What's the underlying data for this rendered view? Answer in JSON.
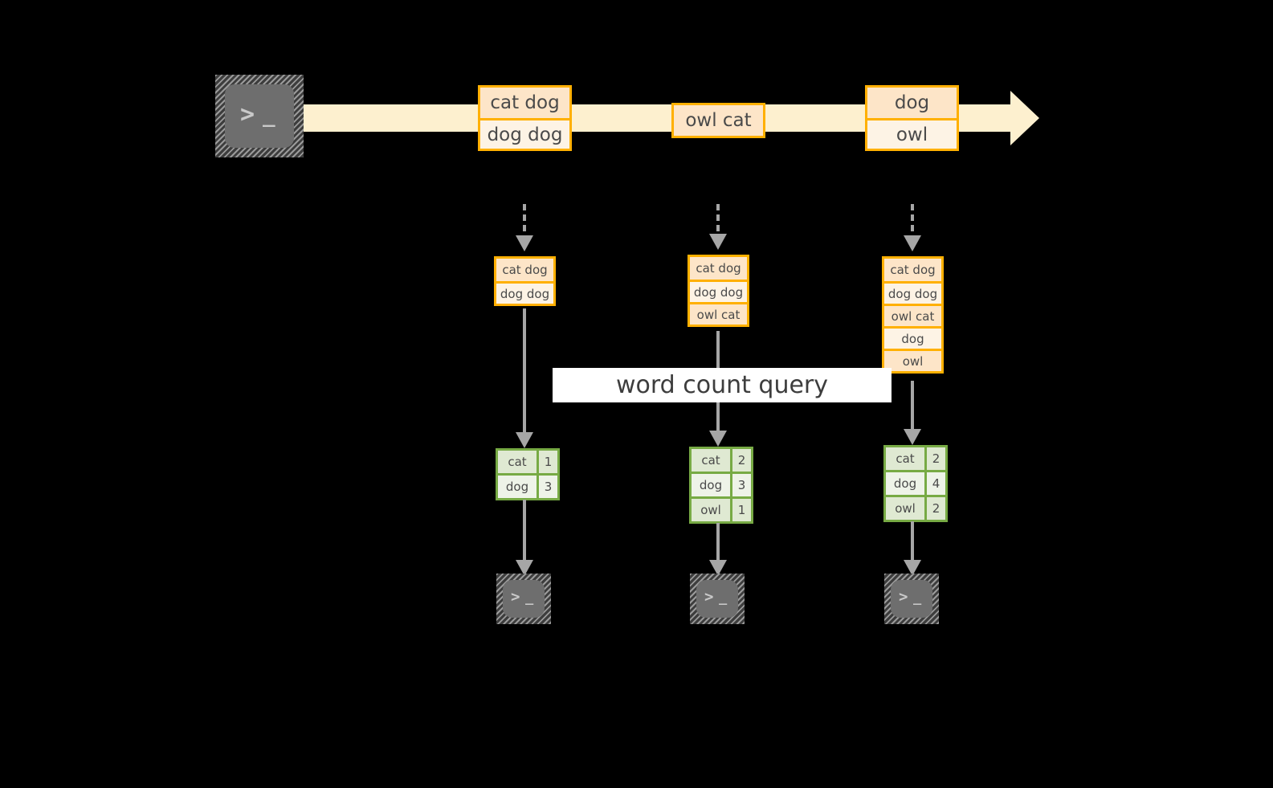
{
  "diagram": {
    "title_label": "word count query",
    "colors": {
      "background": "#000000",
      "stream": "#fdf0cf",
      "message_border": "#ffb000",
      "message_fill_dark": "#fde5c8",
      "message_fill_light": "#fdf3e5",
      "result_border": "#77aa44",
      "result_fill_dark": "#dfe9d2",
      "result_fill_light": "#eef3e8",
      "arrow": "#a6a6a6",
      "terminal": "#6e6e6e",
      "label_band": "#ffffff"
    },
    "producer": {
      "icon": "terminal-icon",
      "glyph_prompt": ">",
      "glyph_cursor": "_"
    },
    "stream": {
      "name": "event-stream",
      "messages": [
        {
          "id": "m1",
          "lines": [
            "cat dog",
            "dog dog"
          ]
        },
        {
          "id": "m2",
          "lines": [
            "owl cat"
          ]
        },
        {
          "id": "m3",
          "lines": [
            "dog",
            "owl"
          ]
        }
      ]
    },
    "snapshots": [
      {
        "id": "s1",
        "accumulated": [
          "cat dog",
          "dog dog"
        ],
        "result": {
          "rows": [
            {
              "word": "cat",
              "count": "1"
            },
            {
              "word": "dog",
              "count": "3"
            }
          ]
        },
        "consumer": {
          "icon": "terminal-icon",
          "glyph_prompt": ">",
          "glyph_cursor": "_"
        }
      },
      {
        "id": "s2",
        "accumulated": [
          "cat dog",
          "dog dog",
          "owl cat"
        ],
        "result": {
          "rows": [
            {
              "word": "cat",
              "count": "2"
            },
            {
              "word": "dog",
              "count": "3"
            },
            {
              "word": "owl",
              "count": "1"
            }
          ]
        },
        "consumer": {
          "icon": "terminal-icon",
          "glyph_prompt": ">",
          "glyph_cursor": "_"
        }
      },
      {
        "id": "s3",
        "accumulated": [
          "cat dog",
          "dog dog",
          "owl cat",
          "dog",
          "owl"
        ],
        "result": {
          "rows": [
            {
              "word": "cat",
              "count": "2"
            },
            {
              "word": "dog",
              "count": "4"
            },
            {
              "word": "owl",
              "count": "2"
            }
          ]
        },
        "consumer": {
          "icon": "terminal-icon",
          "glyph_prompt": ">",
          "glyph_cursor": "_"
        }
      }
    ]
  }
}
